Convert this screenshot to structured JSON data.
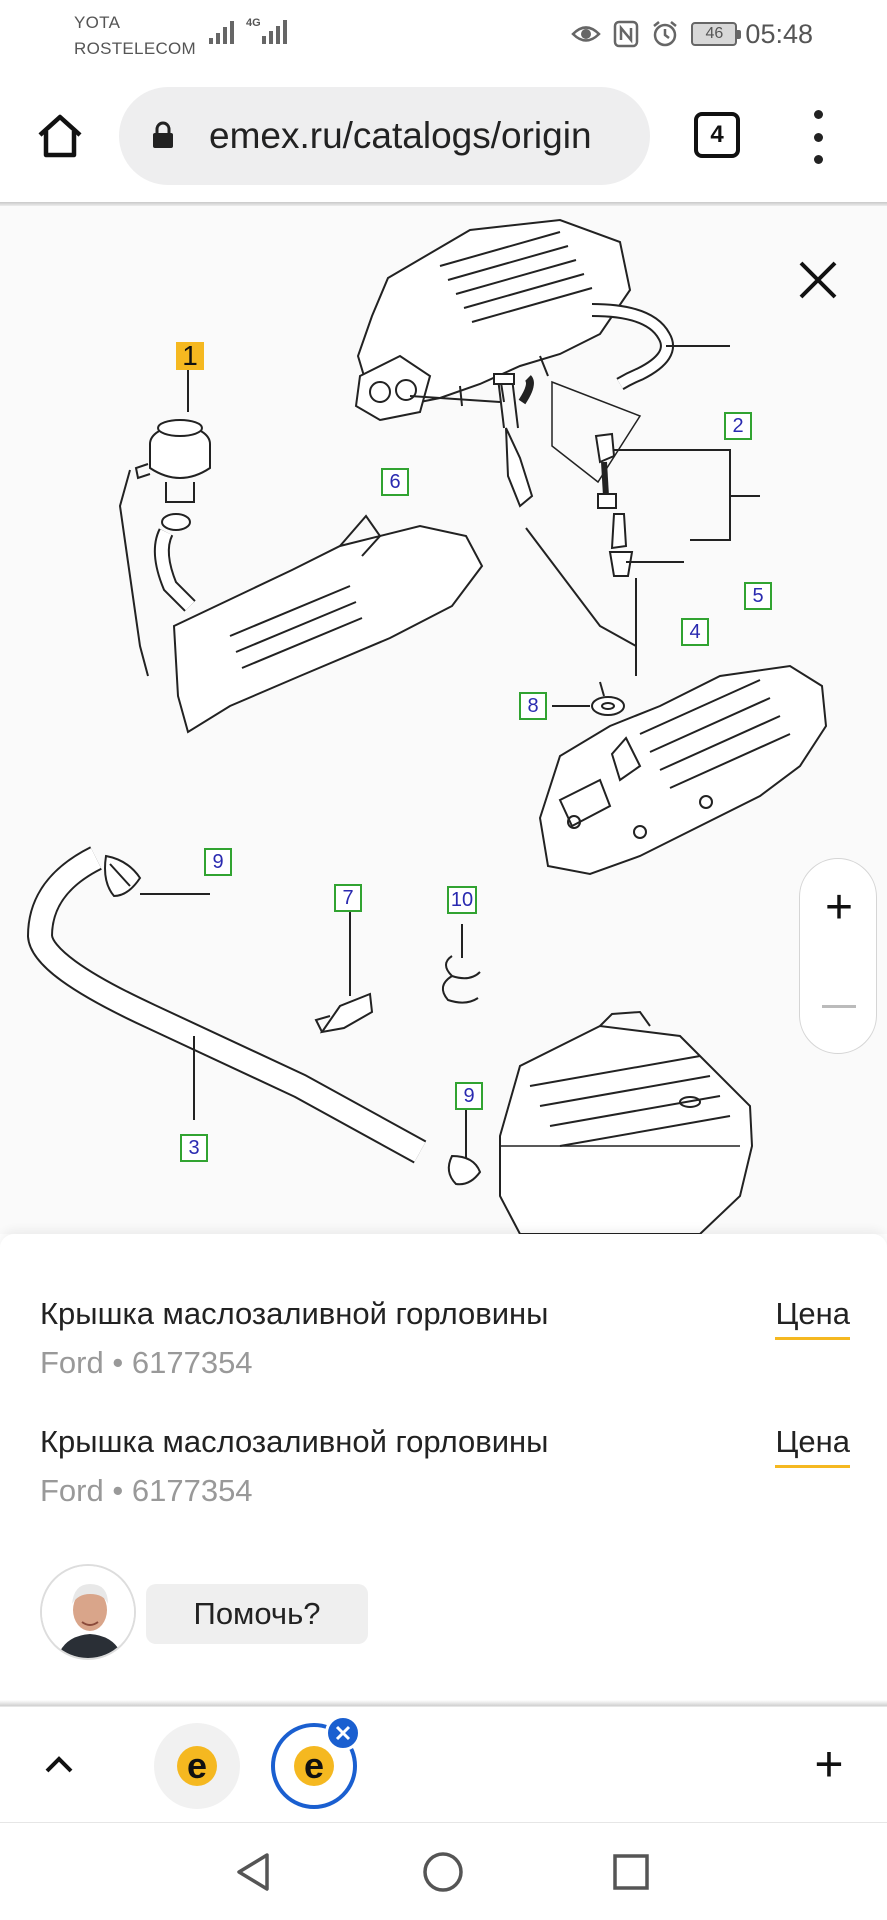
{
  "status_bar": {
    "carrier_1": "YOTA",
    "carrier_2": "ROSTELECOM",
    "network_type": "4G",
    "battery": "46",
    "time": "05:48",
    "icons": [
      "eye-icon",
      "nfc-icon",
      "alarm-icon"
    ]
  },
  "browser": {
    "url": "emex.ru/catalogs/origin",
    "tab_count": "4",
    "icons": [
      "home-icon",
      "lock-icon",
      "menu-icon"
    ]
  },
  "diagram": {
    "callouts": [
      {
        "label": "1",
        "active": true
      },
      {
        "label": "2"
      },
      {
        "label": "3"
      },
      {
        "label": "4"
      },
      {
        "label": "5"
      },
      {
        "label": "6"
      },
      {
        "label": "7"
      },
      {
        "label": "8"
      },
      {
        "label": "9"
      },
      {
        "label": "9"
      },
      {
        "label": "10"
      }
    ],
    "zoom_in": "+"
  },
  "results": [
    {
      "title": "Крышка маслозаливной горловины",
      "brand": "Ford",
      "separator": "•",
      "part_number": "6177354",
      "price_label": "Цена"
    },
    {
      "title": "Крышка маслозаливной горловины",
      "brand": "Ford",
      "separator": "•",
      "part_number": "6177354",
      "price_label": "Цена"
    }
  ],
  "help": {
    "label": "Помочь?"
  },
  "tab_strip": {
    "tabs": [
      {
        "logo": "e"
      },
      {
        "logo": "e",
        "active": true
      }
    ],
    "new_tab": "+"
  },
  "colors": {
    "accent": "#f5b820",
    "tab_active": "#1a5fd0",
    "callout_border": "#31a331",
    "callout_text": "#2a2ab0"
  }
}
